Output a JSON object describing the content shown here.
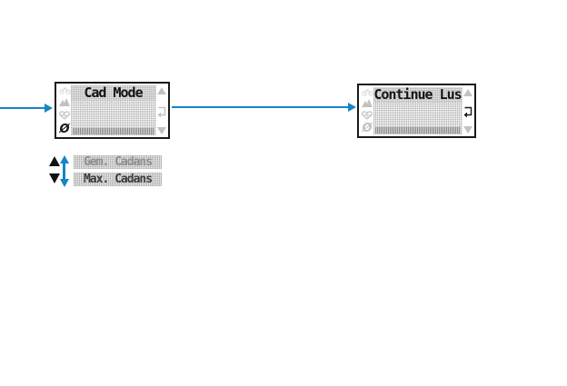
{
  "screens": [
    {
      "title": "Cad Mode",
      "left_icons": [
        "bike-icon",
        "mountain-icon",
        "heart-icon",
        "cadence-icon"
      ],
      "active_left_icon": "cadence-icon",
      "right_icons": [
        "up-arrow-icon",
        "enter-icon",
        "down-arrow-icon"
      ],
      "active_right_icon": "",
      "cadence_glyph": "Ø"
    },
    {
      "title": "Continue Lus",
      "left_icons": [
        "bike-icon",
        "mountain-icon",
        "heart-icon",
        "cadence-icon"
      ],
      "active_left_icon": "",
      "right_icons": [
        "up-arrow-icon",
        "enter-icon",
        "down-arrow-icon"
      ],
      "active_right_icon": "enter-icon",
      "cadence_glyph": "Ø"
    }
  ],
  "menu": {
    "items": [
      {
        "label": "Gem. Cadans"
      },
      {
        "label": "Max. Cadans"
      }
    ]
  },
  "colors": {
    "arrow_blue": "#1584c8",
    "screen_border": "#1a1a1a",
    "icon_gray": "#c2c2c2",
    "icon_faint": "#d8d8d8",
    "icon_active": "#1a1a1a",
    "menu_text_gray": "#8f8f8f",
    "menu_text_dark": "#3c3c3c"
  }
}
